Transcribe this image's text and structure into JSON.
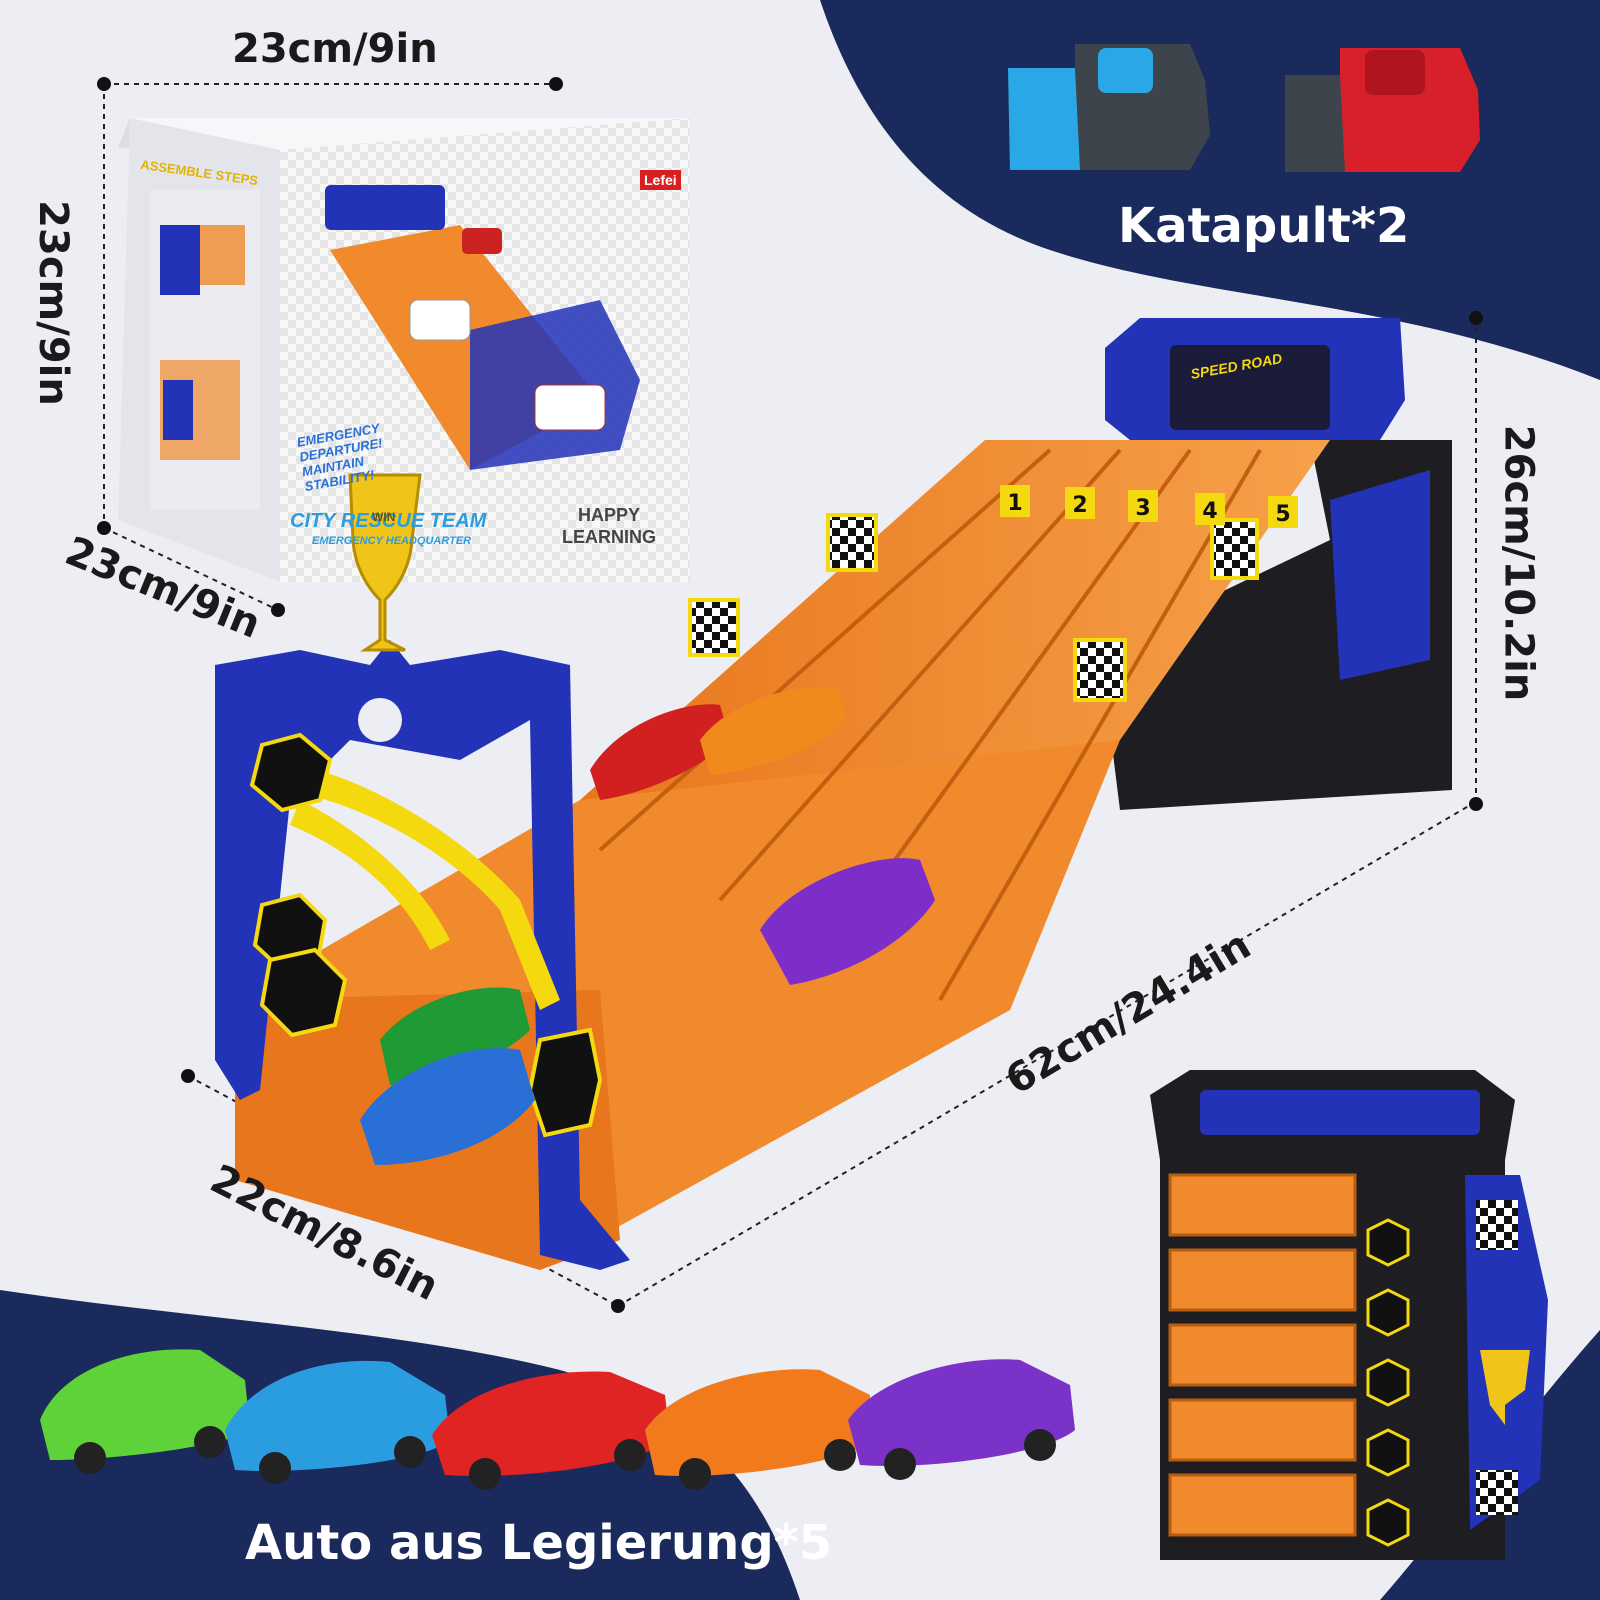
{
  "dimensions": {
    "box_width": "23cm/9in",
    "box_height": "23cm/9in",
    "box_depth": "23cm/9in",
    "track_height": "26cm/10.2in",
    "track_length": "62cm/24.4in",
    "track_width": "22cm/8.6in"
  },
  "labels": {
    "catapult": "Katapult*2",
    "cars": "Auto aus Legierung*5"
  },
  "package": {
    "brand": "Lefei",
    "assemble_steps": "ASSEMBLE STEPS",
    "slogan": "EMERGENCY DEPARTURE! MAINTAIN STABILITY!",
    "title": "CITY RESCUE TEAM",
    "subtitle": "EMERGENCY HEADQUARTER",
    "happy": "HAPPY",
    "learning": "LEARNING"
  },
  "track": {
    "sign": "SPEED ROAD",
    "trophy": "WIN",
    "lanes": [
      "1",
      "2",
      "3",
      "4",
      "5"
    ]
  },
  "colors": {
    "navy": "#1b2a5c",
    "orange": "#f08a2c",
    "blue": "#2233b8",
    "yellow": "#f5d90f"
  },
  "icons": [
    "trophy-icon",
    "checkered-flag-icon",
    "catapult-icon",
    "car-icon"
  ]
}
